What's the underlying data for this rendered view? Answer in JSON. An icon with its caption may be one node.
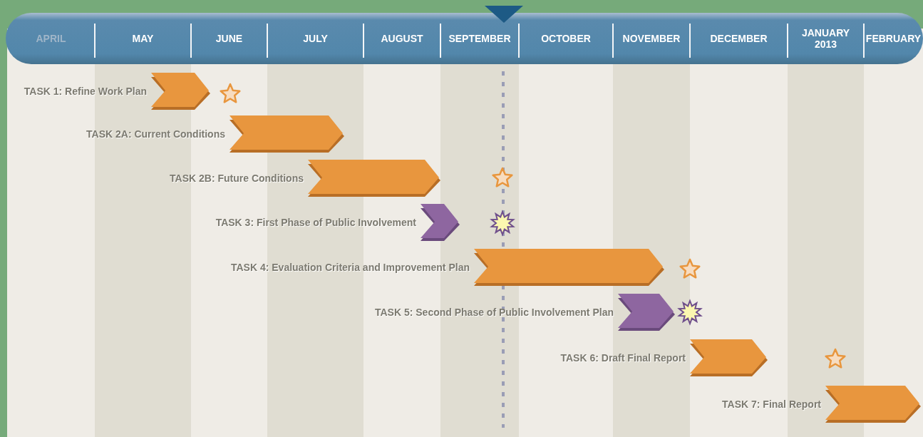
{
  "diagram": {
    "nodes": [
      {
        "text": [],
        "shape": "chevron",
        "beside": [
          "TASK 1: Refine Work Plan"
        ]
      },
      {
        "text": [],
        "shape": "star"
      },
      {
        "text": [],
        "shape": "chevron",
        "beside": [
          "TASK 2A: Current Conditions"
        ]
      },
      {
        "text": [],
        "shape": "chevron",
        "beside": [
          "TASK 2B: Future Conditions"
        ]
      },
      {
        "text": [],
        "shape": "star"
      },
      {
        "text": [],
        "shape": "chevron",
        "beside": [
          "TASK 3: First Phase of Public Involvement"
        ]
      },
      {
        "text": [],
        "shape": "starburst"
      },
      {
        "text": [],
        "shape": "chevron",
        "beside": [
          "TASK 4: Evaluation Criteria and Improvement Plan"
        ]
      },
      {
        "text": [],
        "shape": "star"
      },
      {
        "text": [],
        "shape": "chevron",
        "beside": [
          "TASK 5: Second Phase of Public Involvement Plan"
        ]
      },
      {
        "text": [],
        "shape": "starburst"
      },
      {
        "text": [],
        "shape": "chevron",
        "beside": [
          "TASK 6: Draft Final Report"
        ]
      },
      {
        "text": [],
        "shape": "star"
      },
      {
        "text": [],
        "shape": "chevron",
        "beside": [
          "TASK 7: Final Report"
        ]
      }
    ],
    "labels": [
      "APRIL",
      "MAY",
      "JUNE",
      "JULY",
      "AUGUST",
      "SEPTEMBER",
      "OCTOBER",
      "NOVEMBER",
      "DECEMBER",
      "JANUARY 2013",
      "FEBRUARY"
    ]
  }
}
